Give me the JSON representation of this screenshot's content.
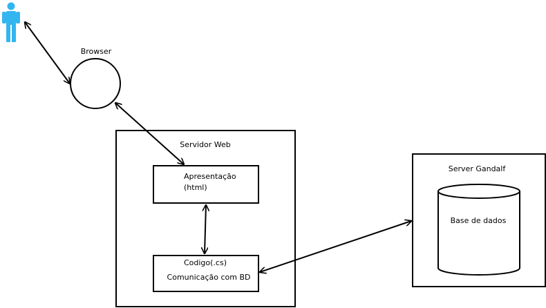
{
  "nodes": {
    "browser": {
      "label": "Browser"
    },
    "web_server": {
      "label": "Servidor Web"
    },
    "presentation": {
      "line1": "Apresentação",
      "line2": "(html)"
    },
    "code": {
      "line1": "Codigo(.cs)",
      "line2": "Comunicação com BD"
    },
    "db_server": {
      "label": "Server Gandalf"
    },
    "database": {
      "label": "Base de dados"
    }
  },
  "colors": {
    "user_icon": "#33b5f0",
    "stroke": "#000000",
    "background": "#ffffff"
  },
  "icons": {
    "user": "person-icon"
  }
}
